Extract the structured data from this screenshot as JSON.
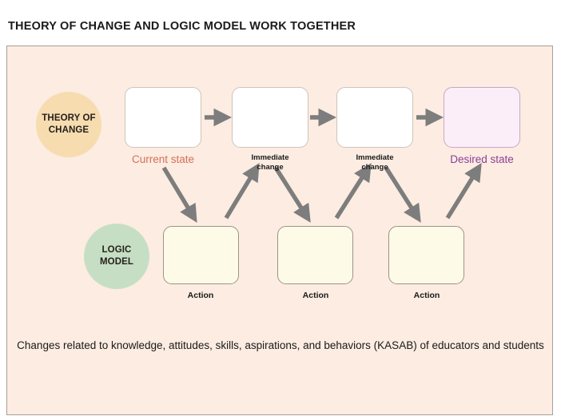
{
  "page": {
    "title": "THEORY OF CHANGE AND LOGIC MODEL WORK TOGETHER",
    "background_color": "#ffffff"
  },
  "panel": {
    "background_color": "#fcece1",
    "border_color": "#a6a09b"
  },
  "roles": [
    {
      "id": "theory-of-change",
      "label": "THEORY OF\nCHANGE",
      "line1": "THEORY OF",
      "line2": "CHANGE",
      "color": "#f6dcaf"
    },
    {
      "id": "logic-model",
      "label": "LOGIC\nMODEL",
      "line1": "LOGIC",
      "line2": "MODEL",
      "color": "#c6dfc4"
    }
  ],
  "stages": [
    {
      "id": "current-state",
      "label": "Current state",
      "line1": "Current state",
      "line2": "",
      "box_fill": "#ffffff",
      "box_border": "#cfc4bb",
      "label_color": "#d4705a",
      "emphasis": "accent-current"
    },
    {
      "id": "immediate-change-1",
      "label": "Immediate change",
      "line1": "Immediate",
      "line2": "change",
      "box_fill": "#ffffff",
      "box_border": "#cfc4bb",
      "label_color": "#1a1a1a",
      "emphasis": "neutral"
    },
    {
      "id": "immediate-change-2",
      "label": "Immediate change",
      "line1": "Immediate",
      "line2": "change",
      "box_fill": "#ffffff",
      "box_border": "#cfc4bb",
      "label_color": "#1a1a1a",
      "emphasis": "neutral"
    },
    {
      "id": "desired-state",
      "label": "Desired state",
      "line1": "Desired state",
      "line2": "",
      "box_fill": "#fbeef8",
      "box_border": "#c9a7c9",
      "label_color": "#8c3f98",
      "emphasis": "accent-desired"
    }
  ],
  "actions": [
    {
      "id": "action-1",
      "label": "Action",
      "box_fill": "#fdfbe8",
      "box_border": "#9c9484"
    },
    {
      "id": "action-2",
      "label": "Action",
      "box_fill": "#fdfbe8",
      "box_border": "#9c9484"
    },
    {
      "id": "action-3",
      "label": "Action",
      "box_fill": "#fdfbe8",
      "box_border": "#9c9484"
    }
  ],
  "arrows": {
    "color": "#7d7d7d",
    "horizontal_count": 3,
    "diagonal_down_count": 3,
    "diagonal_up_count": 3
  },
  "caption": {
    "text": "Changes related to knowledge, attitudes, skills, aspirations, and behaviors (KASAB) of educators and students"
  }
}
